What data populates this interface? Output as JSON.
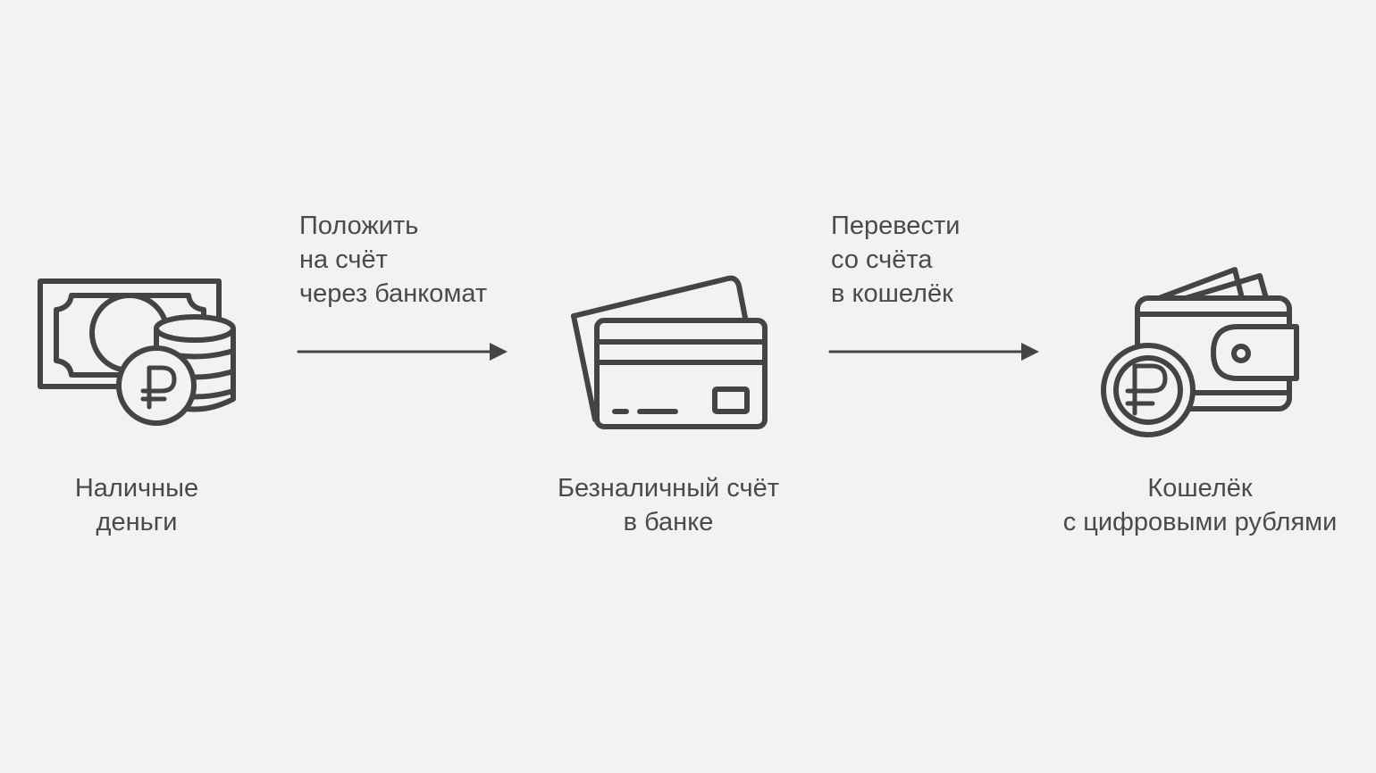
{
  "colors": {
    "background": "#f2f2f2",
    "stroke": "#444444",
    "text": "#4a4a4a"
  },
  "nodes": [
    {
      "icon": "cash-coins-icon",
      "label_lines": [
        "Наличные",
        "деньги"
      ]
    },
    {
      "icon": "bank-cards-icon",
      "label_lines": [
        "Безналичный счёт",
        "в банке"
      ]
    },
    {
      "icon": "wallet-ruble-icon",
      "label_lines": [
        "Кошелёк",
        "с цифровыми рублями"
      ]
    }
  ],
  "steps": [
    {
      "label_lines": [
        "Положить",
        "на счёт",
        "через банкомат"
      ]
    },
    {
      "label_lines": [
        "Перевести",
        "со счёта",
        "в кошелёк"
      ]
    }
  ]
}
